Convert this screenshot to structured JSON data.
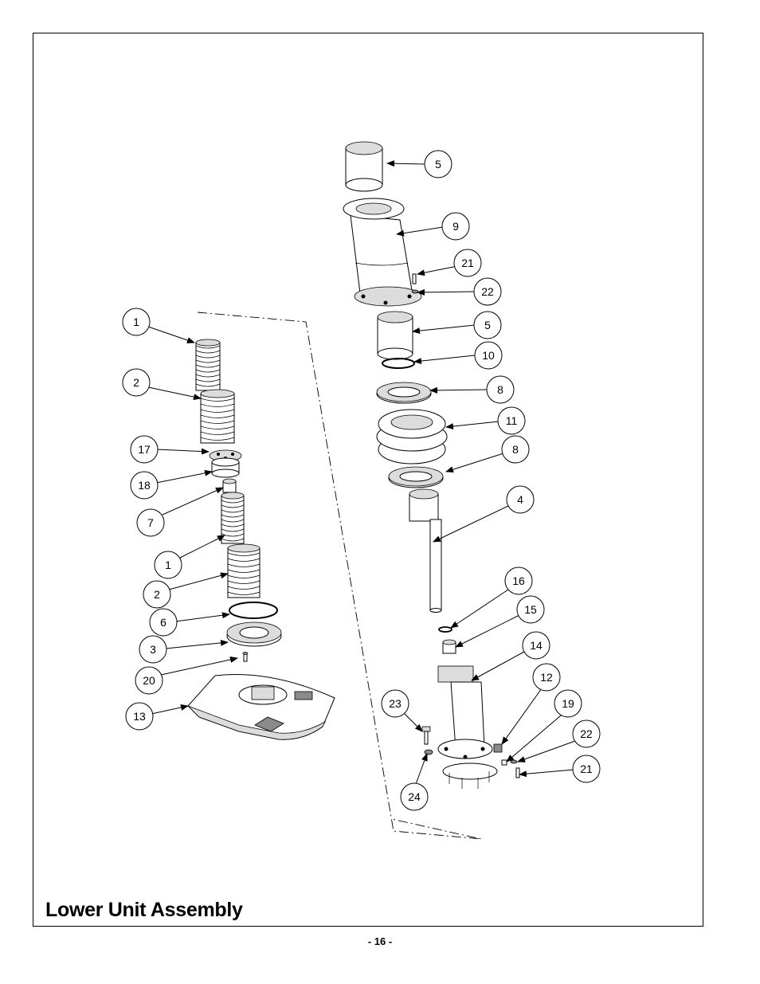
{
  "title": "Lower Unit Assembly",
  "page_number": "- 16 -",
  "callouts": [
    {
      "id": "c-1a",
      "label": "1"
    },
    {
      "id": "c-2a",
      "label": "2"
    },
    {
      "id": "c-17",
      "label": "17"
    },
    {
      "id": "c-18",
      "label": "18"
    },
    {
      "id": "c-7",
      "label": "7"
    },
    {
      "id": "c-1b",
      "label": "1"
    },
    {
      "id": "c-2b",
      "label": "2"
    },
    {
      "id": "c-6",
      "label": "6"
    },
    {
      "id": "c-3",
      "label": "3"
    },
    {
      "id": "c-20",
      "label": "20"
    },
    {
      "id": "c-13",
      "label": "13"
    },
    {
      "id": "c-5a",
      "label": "5"
    },
    {
      "id": "c-9",
      "label": "9"
    },
    {
      "id": "c-21a",
      "label": "21"
    },
    {
      "id": "c-22a",
      "label": "22"
    },
    {
      "id": "c-5b",
      "label": "5"
    },
    {
      "id": "c-10",
      "label": "10"
    },
    {
      "id": "c-8a",
      "label": "8"
    },
    {
      "id": "c-11",
      "label": "11"
    },
    {
      "id": "c-8b",
      "label": "8"
    },
    {
      "id": "c-4",
      "label": "4"
    },
    {
      "id": "c-16",
      "label": "16"
    },
    {
      "id": "c-15",
      "label": "15"
    },
    {
      "id": "c-14",
      "label": "14"
    },
    {
      "id": "c-12",
      "label": "12"
    },
    {
      "id": "c-19",
      "label": "19"
    },
    {
      "id": "c-22b",
      "label": "22"
    },
    {
      "id": "c-21b",
      "label": "21"
    },
    {
      "id": "c-23",
      "label": "23"
    },
    {
      "id": "c-24",
      "label": "24"
    }
  ]
}
